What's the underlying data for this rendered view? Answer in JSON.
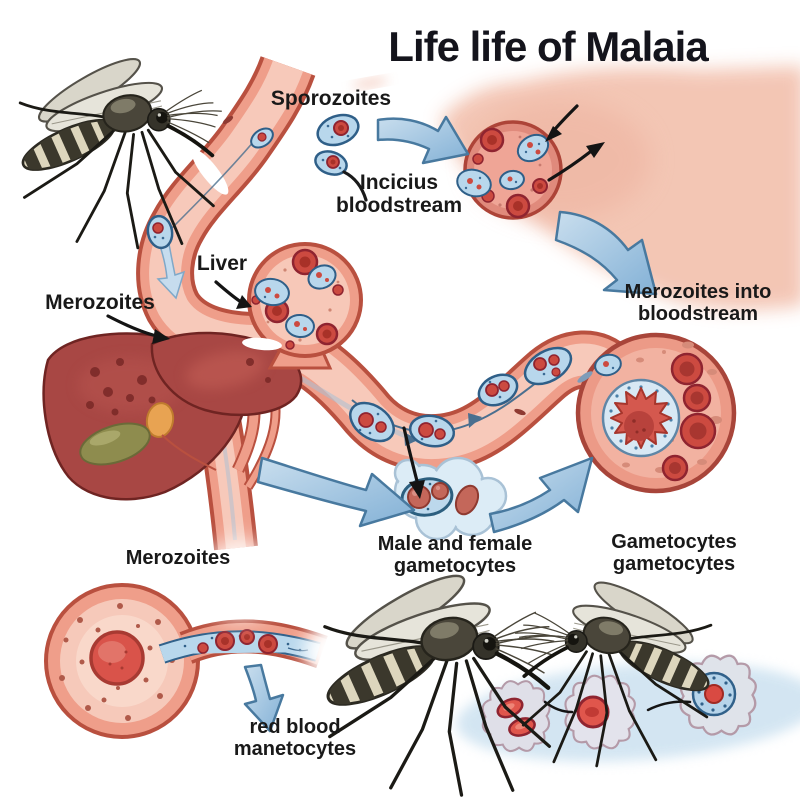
{
  "title": "Life life of Malaia",
  "labels": {
    "sporozoites": "Sporozoites",
    "incicius_line1": "Incicius",
    "incicius_line2": "bloodstream",
    "liver": "Liver",
    "merozoites_left": "Merozoites",
    "merozoites_into_line1": "Merozoites into",
    "merozoites_into_line2": "bloodstream",
    "merozoites_bottom": "Merozoites",
    "male_female_line1": "Male and female",
    "male_female_line2": "gametocytes",
    "gametocytes_line1": "Gametocytes",
    "gametocytes_line2": "gametocytes",
    "red_blood_line1": "red blood",
    "red_blood_line2": "manetocytes"
  },
  "colors": {
    "background": "#FFFFFF",
    "label_color": "#191919",
    "vessel_salmon": "#EF9E8A",
    "vessel_outline": "#B9503F",
    "vessel_lumen": "#F7C9BA",
    "parasite_blue": "#B8D7EC",
    "parasite_blue_border": "#2F5F88",
    "parasite_red": "#CC4A40",
    "parasite_red_border": "#8F2430",
    "arrow_blue": "#9CC2E0",
    "arrow_blue_border": "#48799F",
    "liver_red": "#A84744",
    "flesh": "#F3C3B1"
  }
}
